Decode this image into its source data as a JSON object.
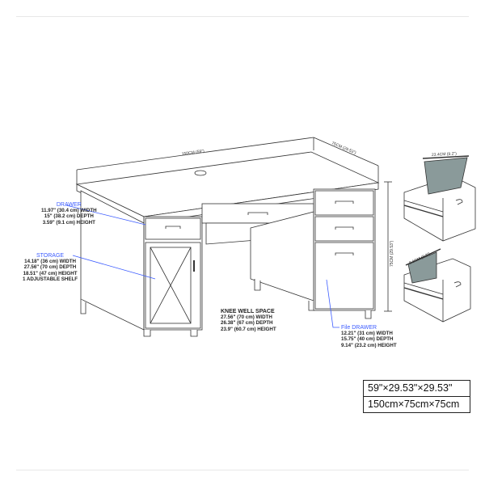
{
  "dimensions": {
    "width_label": "150CM (59\")",
    "depth_label": "75CM (29.53\")",
    "height_label": "75CM (29.53\")",
    "file_drawer_upper_label": "23.4CM (9.2\")",
    "file_drawer_lower_label": "8.1CM (3.2\")"
  },
  "drawer": {
    "title": "DRAWER",
    "lines": [
      "11.97\" (30.4 cm) WIDTH",
      "15\"   (38.2 cm) DEPTH",
      "3.59\" (9.1 cm) HEIGHT"
    ]
  },
  "storage": {
    "title": "STORAGE",
    "lines": [
      "14.18\" (36 cm) WIDTH",
      "27.56\" (70 cm) DEPTH",
      "18.51\" (47 cm) HEIGHT",
      "1 ADJUSTABLE SHELF"
    ]
  },
  "knee_well": {
    "title": "KNEE WELL SPACE",
    "lines": [
      "27.56\" (70 cm) WIDTH",
      "26.38\"  (67 cm) DEPTH",
      "23.9\" (60.7 cm) HEIGHT"
    ]
  },
  "file_drawer": {
    "title": "File DRAWER",
    "lines": [
      "12.21\" (31 cm) WIDTH",
      "15.75\"   (40 cm) DEPTH",
      "9.14\" (23.2 cm) HEIGHT"
    ]
  },
  "overall_size": {
    "imperial": "59\"×29.53\"×29.53\"",
    "metric": "150cm×75cm×75cm"
  },
  "colors": {
    "callout": "#3b5bff",
    "line": "#333333",
    "file_divider": "#8a9a9a"
  }
}
